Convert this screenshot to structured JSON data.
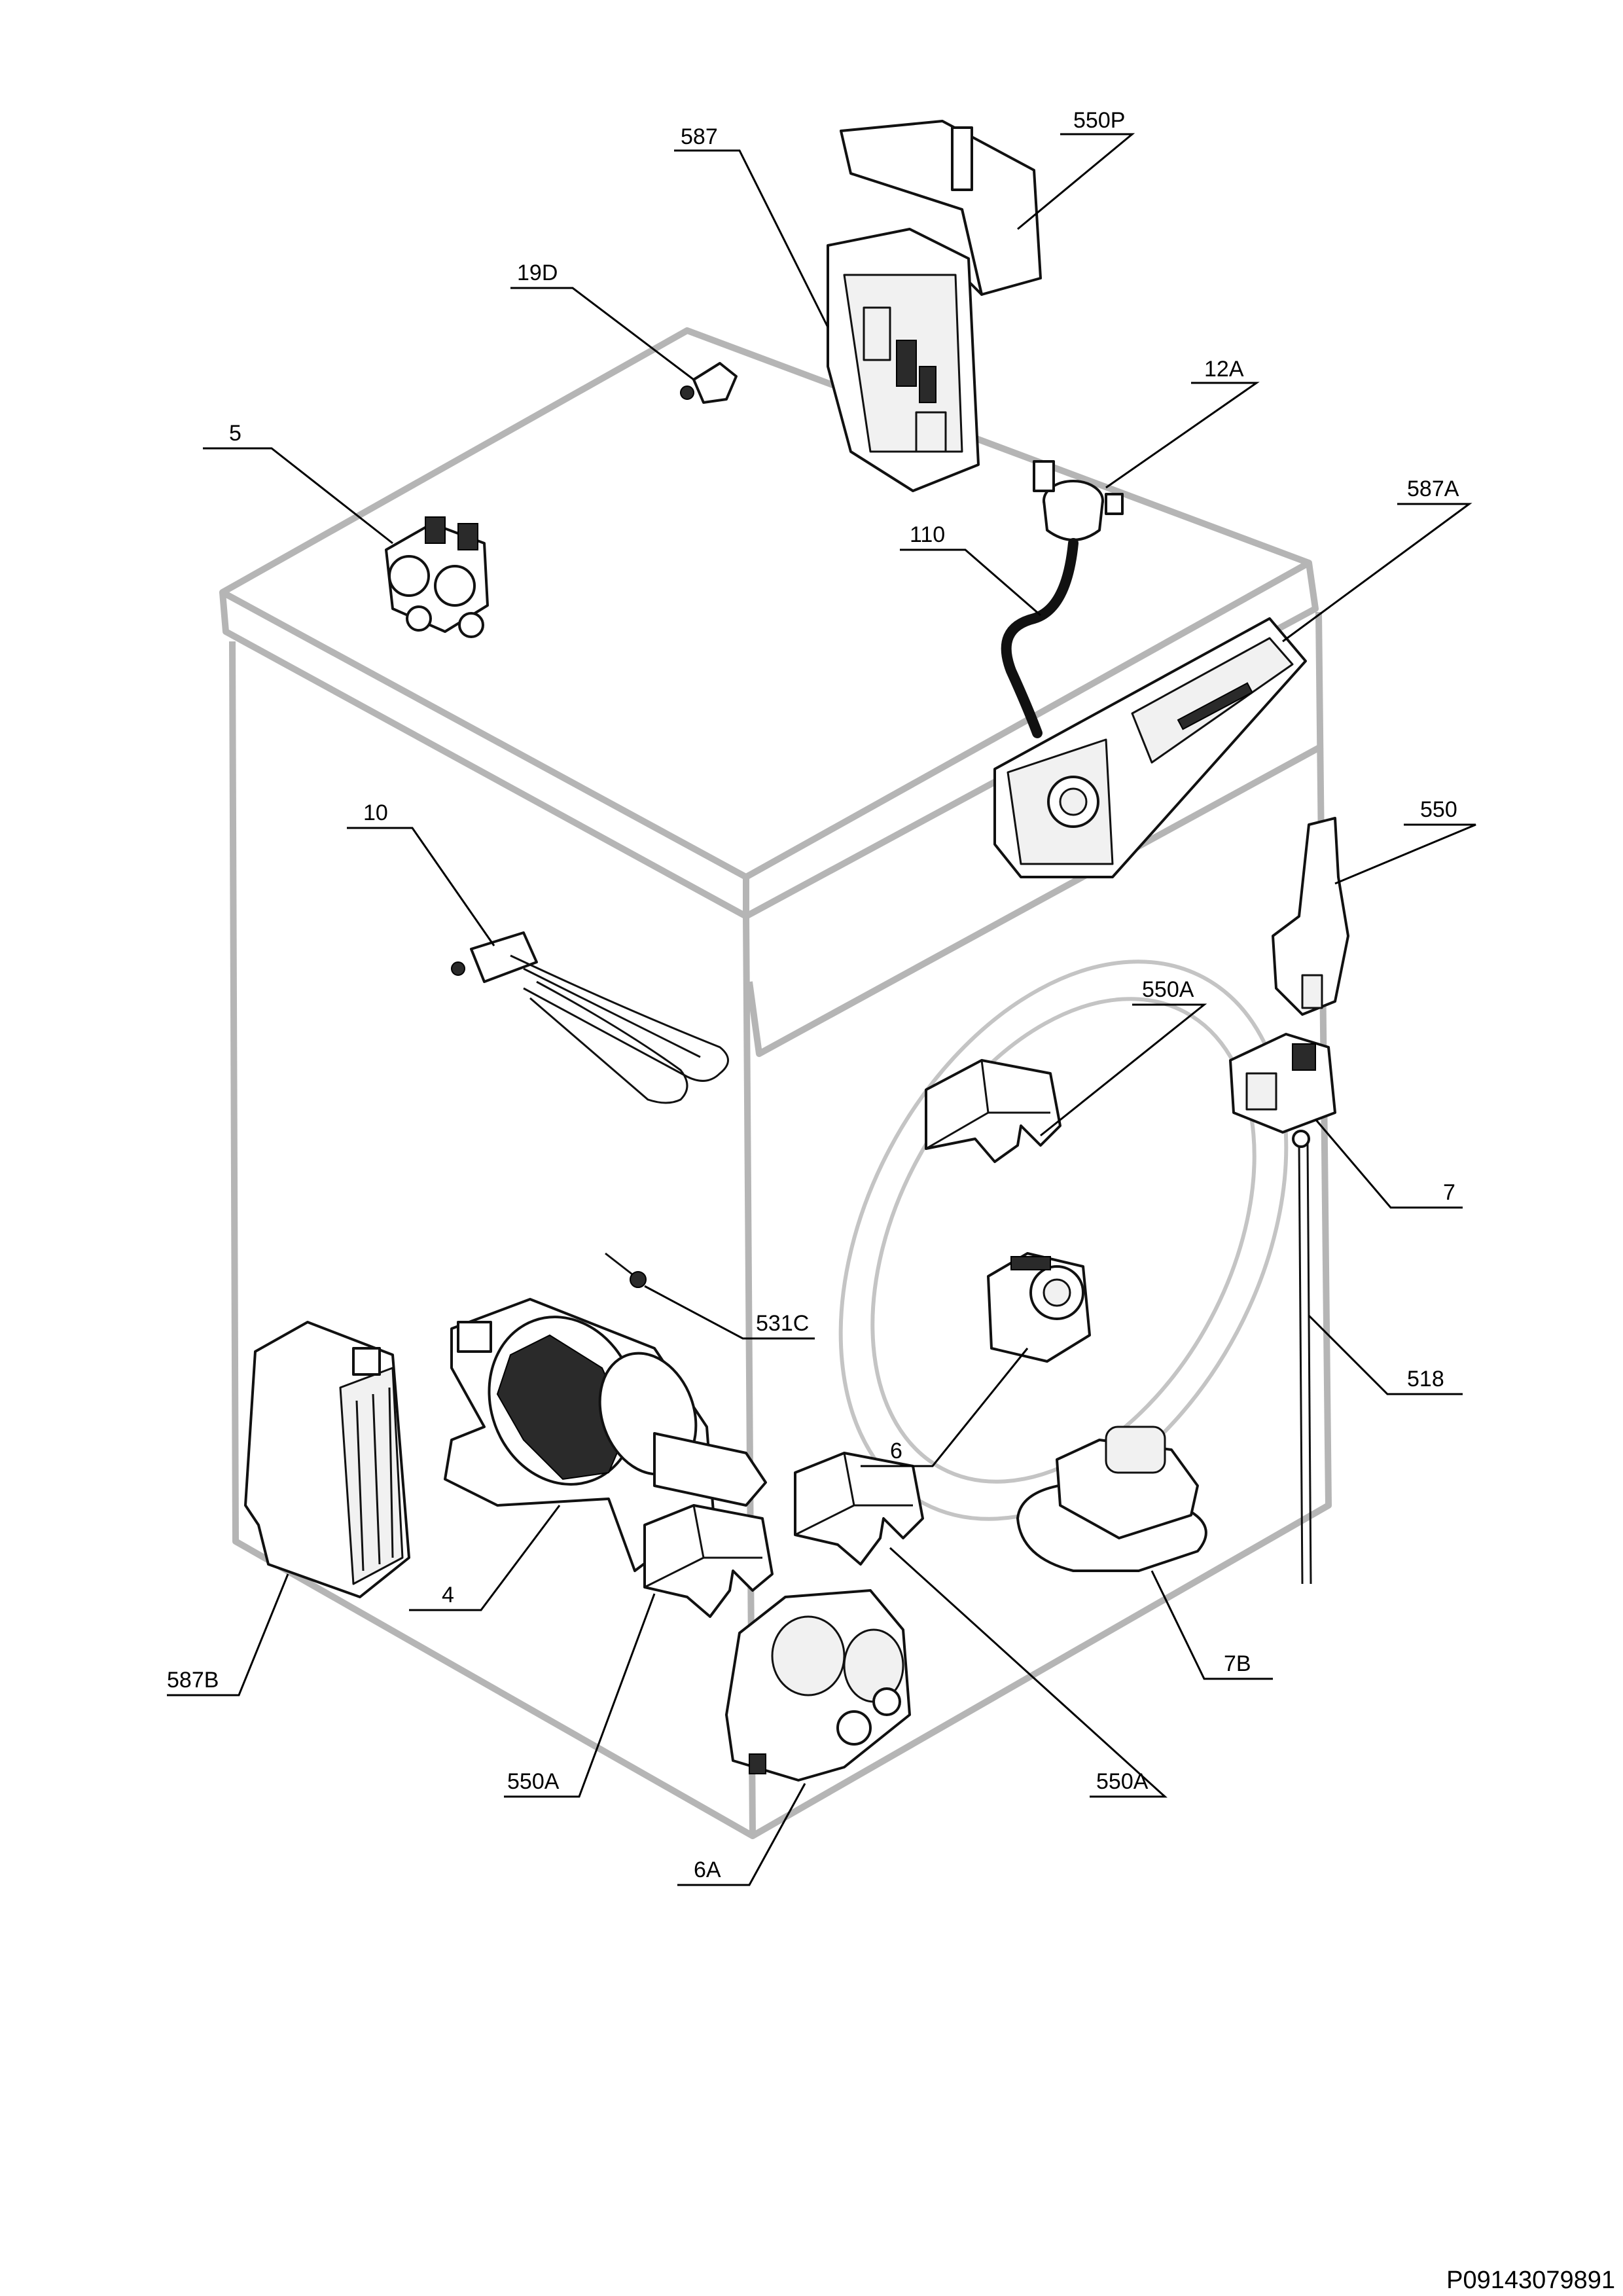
{
  "labels": {
    "p587": "587",
    "p550P": "550P",
    "p19D": "19D",
    "p12A": "12A",
    "p5": "5",
    "p110": "110",
    "p587A": "587A",
    "p10": "10",
    "p550": "550",
    "p550A_door": "550A",
    "p7": "7",
    "p531C": "531C",
    "p518": "518",
    "p6": "6",
    "p4": "4",
    "p587B": "587B",
    "p7B": "7B",
    "p550A_left": "550A",
    "p550A_right": "550A",
    "p6A": "6A"
  },
  "document_code": "P09143079891"
}
